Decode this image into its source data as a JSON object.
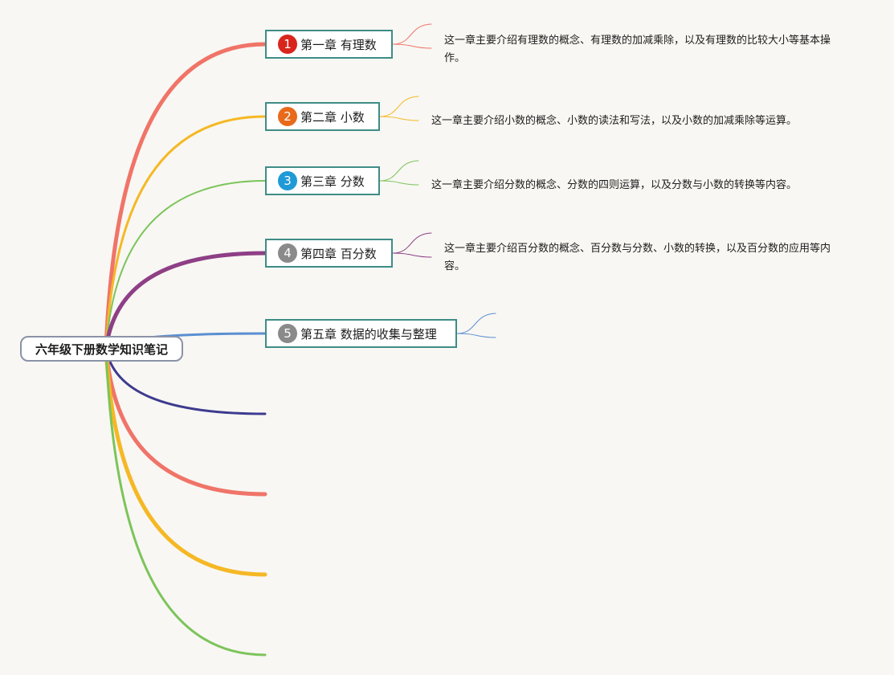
{
  "root": {
    "title": "六年级下册数学知识笔记"
  },
  "chapters": [
    {
      "num": "1",
      "title": "第一章 有理数",
      "badge_color": "#d9261c",
      "branch_color": "#f07468",
      "desc": "这一章主要介绍有理数的概念、有理数的加减乘除，以及有理数的比较大小等基本操作。"
    },
    {
      "num": "2",
      "title": "第二章 小数",
      "badge_color": "#e86a1a",
      "branch_color": "#f5b825",
      "desc": "这一章主要介绍小数的概念、小数的读法和写法，以及小数的加减乘除等运算。"
    },
    {
      "num": "3",
      "title": "第三章 分数",
      "badge_color": "#1f9ad6",
      "branch_color": "#7cc45a",
      "desc": "这一章主要介绍分数的概念、分数的四则运算，以及分数与小数的转换等内容。"
    },
    {
      "num": "4",
      "title": "第四章 百分数",
      "badge_color": "#8a8a8a",
      "branch_color": "#8e3f86",
      "desc": "这一章主要介绍百分数的概念、百分数与分数、小数的转换，以及百分数的应用等内容。"
    },
    {
      "num": "5",
      "title": "第五章 数据的收集与整理",
      "badge_color": "#8a8a8a",
      "branch_color": "#5b8fd1",
      "desc": ""
    }
  ],
  "empty_branch_colors": [
    "#3d3a8f",
    "#f07468",
    "#f5b825",
    "#7cc45a"
  ]
}
